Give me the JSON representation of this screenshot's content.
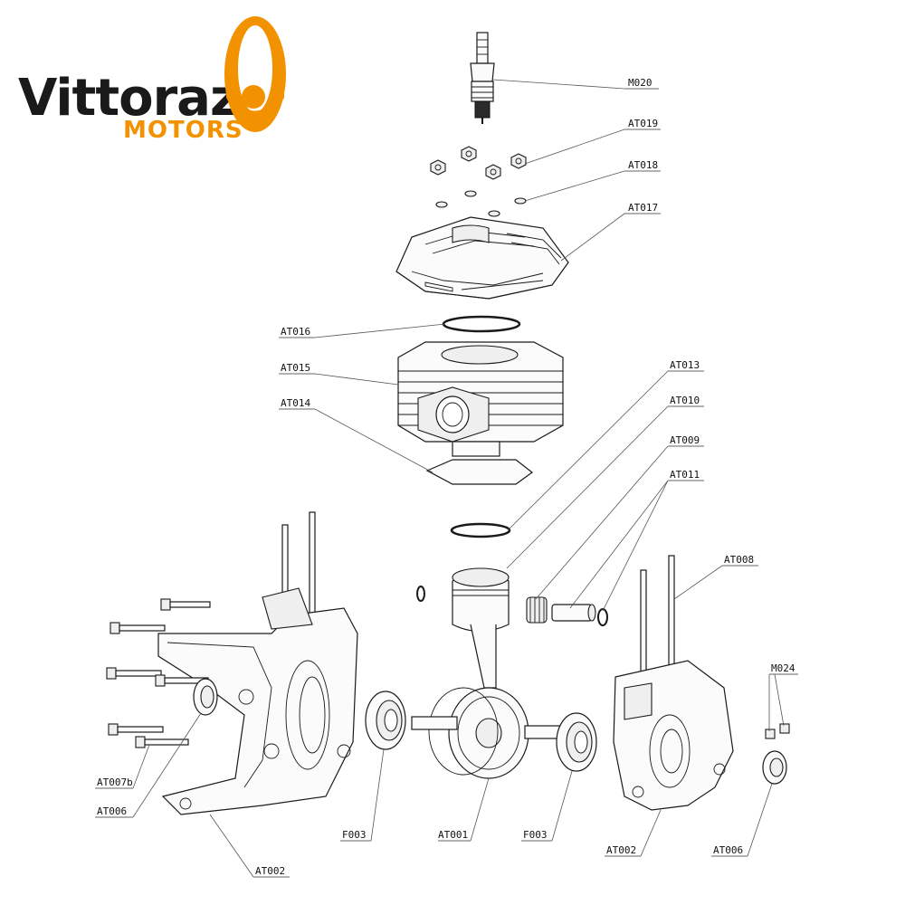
{
  "brand": {
    "name": "Vittorazi",
    "subtitle": "MOTORS",
    "colors": {
      "text": "#1a1a1a",
      "accent": "#f39200"
    }
  },
  "callouts": [
    {
      "id": "m020",
      "code": "M020"
    },
    {
      "id": "at019",
      "code": "AT019"
    },
    {
      "id": "at018",
      "code": "AT018"
    },
    {
      "id": "at017",
      "code": "AT017"
    },
    {
      "id": "at016",
      "code": "AT016"
    },
    {
      "id": "at015",
      "code": "AT015"
    },
    {
      "id": "at014",
      "code": "AT014"
    },
    {
      "id": "at013",
      "code": "AT013"
    },
    {
      "id": "at010",
      "code": "AT010"
    },
    {
      "id": "at009",
      "code": "AT009"
    },
    {
      "id": "at011",
      "code": "AT011"
    },
    {
      "id": "at008",
      "code": "AT008"
    },
    {
      "id": "m024",
      "code": "M024"
    },
    {
      "id": "at007b",
      "code": "AT007b"
    },
    {
      "id": "at006-left",
      "code": "AT006"
    },
    {
      "id": "at002-left",
      "code": "AT002"
    },
    {
      "id": "f003-left",
      "code": "F003"
    },
    {
      "id": "at001",
      "code": "AT001"
    },
    {
      "id": "f003-right",
      "code": "F003"
    },
    {
      "id": "at002-right",
      "code": "AT002"
    },
    {
      "id": "at006-right",
      "code": "AT006"
    }
  ]
}
